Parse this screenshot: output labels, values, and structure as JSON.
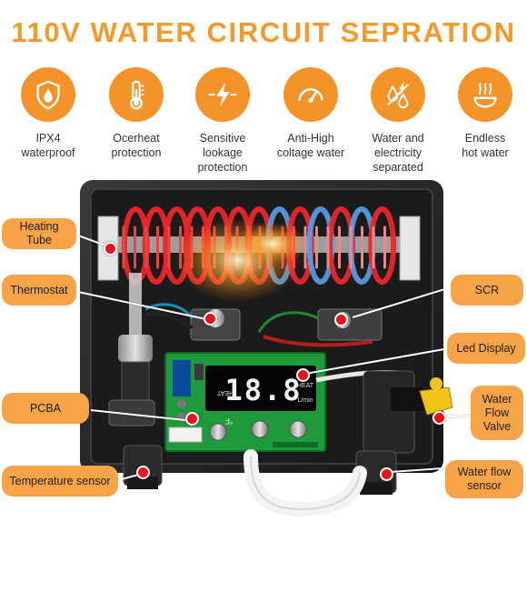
{
  "title": "110V WATER CIRCUIT SEPRATION",
  "features": [
    {
      "icon": "water-drop-shield-icon",
      "line1": "IPX4",
      "line2": "waterproof"
    },
    {
      "icon": "thermometer-icon",
      "line1": "Ocerheat",
      "line2": "protection"
    },
    {
      "icon": "lightning-bolt-icon",
      "line1": "Sensitive lookage",
      "line2": "protection"
    },
    {
      "icon": "voltage-gauge-icon",
      "line1": "Anti-High",
      "line2": "coltage water"
    },
    {
      "icon": "water-electricity-icon",
      "line1": "Water and electricity",
      "line2": "separated"
    },
    {
      "icon": "hot-water-icon",
      "line1": "Endless",
      "line2": "hot water"
    }
  ],
  "callouts": {
    "heating_tube": "Heating Tube",
    "thermostat": "Thermostat",
    "pcba": "PCBA",
    "temperature_sensor": "Temperature sensor",
    "scr": "SCR",
    "led_display": "Led Display",
    "water_flow_valve_1": "Water",
    "water_flow_valve_2": "Flow",
    "water_flow_valve_3": "Valve",
    "water_flow_sensor_1": "Water flow",
    "water_flow_sensor_2": "sensor"
  },
  "display": {
    "digits": "18.8",
    "heat": "HEAT",
    "lmin": "L/min",
    "unit": "°F"
  },
  "colors": {
    "accent": "#f4932a",
    "title": "#f39a2b",
    "callout": "#f7a348",
    "marker": "#e8141b",
    "pcb": "#1e9a3c",
    "housing": "#2a2a2a"
  }
}
